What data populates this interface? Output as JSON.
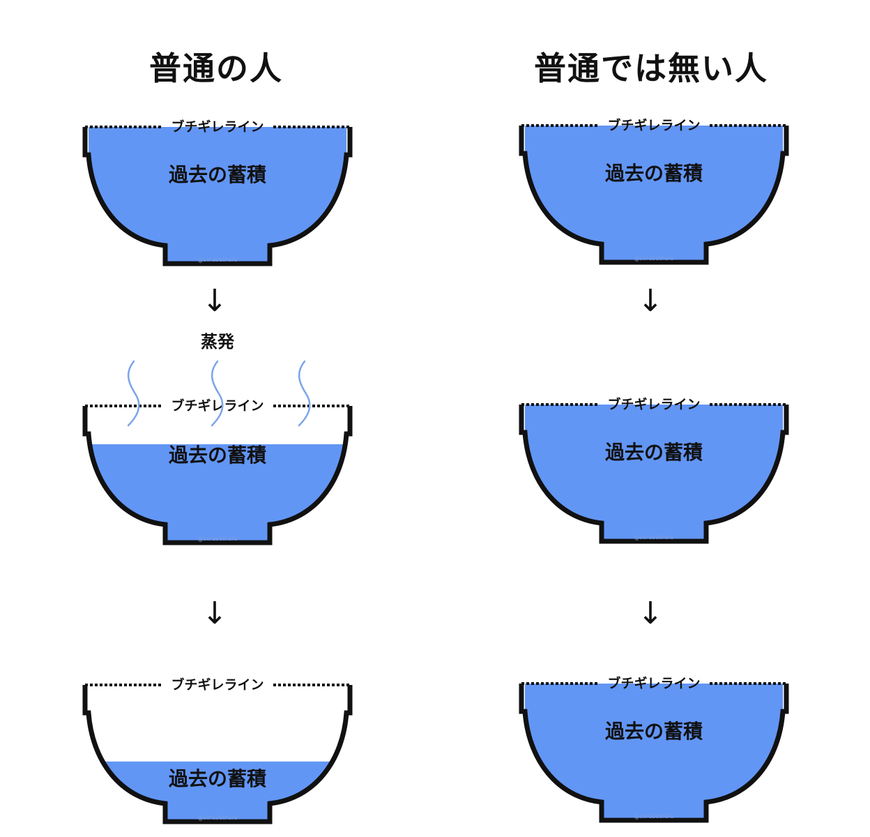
{
  "titles": {
    "left": "普通の人",
    "right": "普通では無い人"
  },
  "bowl_labels": {
    "line": "ブチギレライン",
    "content": "過去の蓄積"
  },
  "watermark": "@sorabethere",
  "arrow": "↓",
  "evaporation_label": "蒸発",
  "colors": {
    "water": "#6296f5",
    "outline": "#111111",
    "steam": "#7ba4ea",
    "background": "#ffffff"
  },
  "bowls": [
    {
      "id": "left-1",
      "fill_level": 1.0
    },
    {
      "id": "left-2",
      "fill_level": 0.72,
      "steam": true
    },
    {
      "id": "left-3",
      "fill_level": 0.44
    },
    {
      "id": "right-1",
      "fill_level": 1.0
    },
    {
      "id": "right-2",
      "fill_level": 1.0
    },
    {
      "id": "right-3",
      "fill_level": 1.0
    }
  ]
}
